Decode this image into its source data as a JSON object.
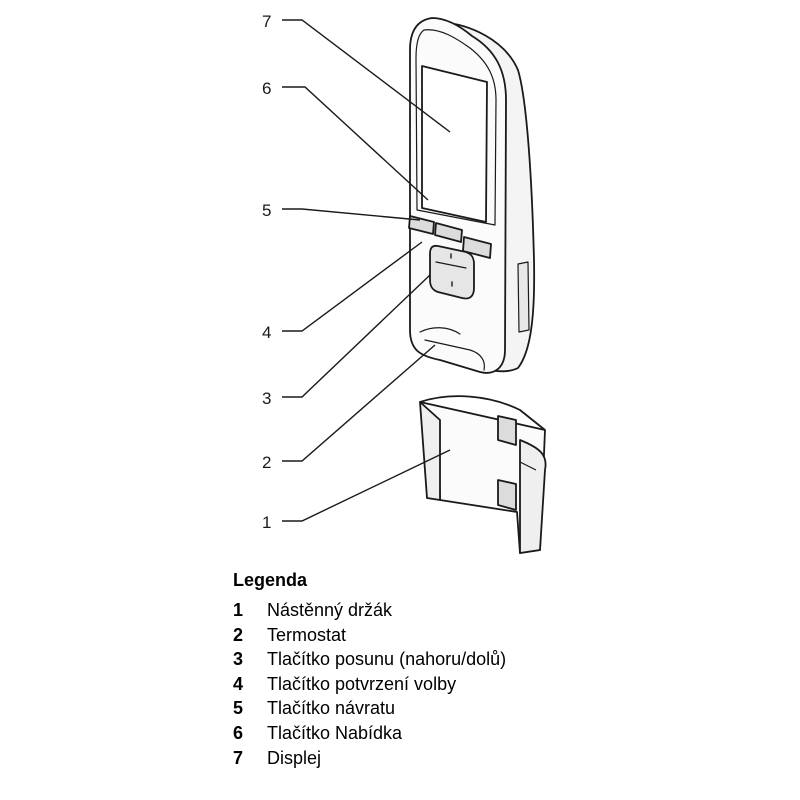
{
  "callouts": [
    {
      "number": "7"
    },
    {
      "number": "6"
    },
    {
      "number": "5"
    },
    {
      "number": "4"
    },
    {
      "number": "3"
    },
    {
      "number": "2"
    },
    {
      "number": "1"
    }
  ],
  "legend": {
    "title": "Legenda",
    "items": [
      {
        "number": "1",
        "label": "Nástěnný držák"
      },
      {
        "number": "2",
        "label": "Termostat"
      },
      {
        "number": "3",
        "label": "Tlačítko posunu (nahoru/dolů)"
      },
      {
        "number": "4",
        "label": "Tlačítko potvrzení volby"
      },
      {
        "number": "5",
        "label": "Tlačítko návratu"
      },
      {
        "number": "6",
        "label": "Tlačítko Nabídka"
      },
      {
        "number": "7",
        "label": "Displej"
      }
    ]
  }
}
